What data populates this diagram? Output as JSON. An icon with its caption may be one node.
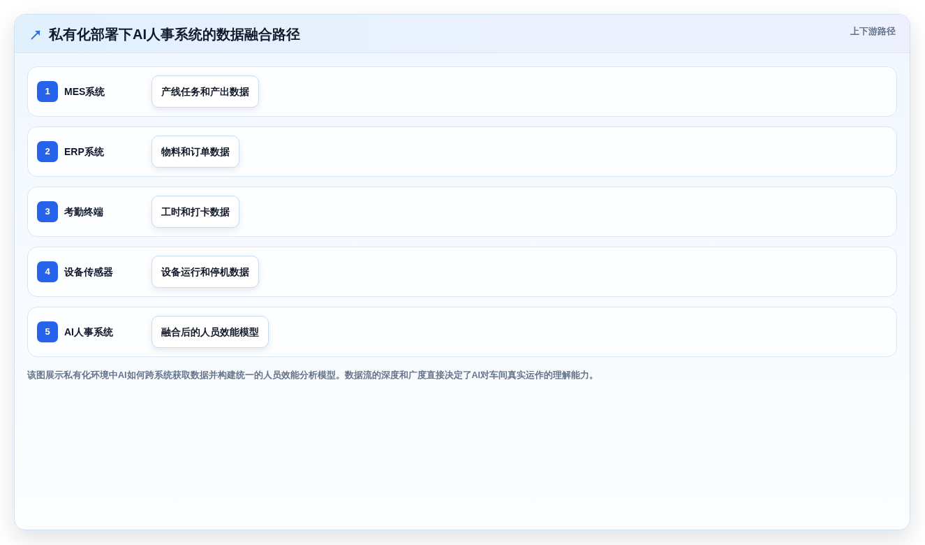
{
  "diagram": {
    "title": "私有化部署下AI人事系统的数据融合路径",
    "caption": "该图展示私有化环境中AI如何跨系统获取数据并构建统一的人员效能分析模型。数据流的深度和广度直接决定了AI对车间真实运作的理解能力。",
    "nodes": [
      {
        "text": [
          "MES系统"
        ]
      },
      {
        "text": [
          "1"
        ],
        "in": 0
      },
      {
        "text": [
          "产线任务和产出数据"
        ],
        "in": 0
      },
      {
        "text": [
          "ERP系统"
        ]
      },
      {
        "text": [
          "2"
        ],
        "in": 3
      },
      {
        "text": [
          "物料和订单数据"
        ],
        "in": 3
      },
      {
        "text": [
          "考勤终端"
        ]
      },
      {
        "text": [
          "3"
        ],
        "in": 6
      },
      {
        "text": [
          "工时和打卡数据"
        ],
        "in": 6
      },
      {
        "text": [
          "设备传感器"
        ]
      },
      {
        "text": [
          "4"
        ],
        "in": 9
      },
      {
        "text": [
          "设备运行和停机数据"
        ],
        "in": 9
      },
      {
        "text": [
          "AI人事系统"
        ]
      },
      {
        "text": [
          "5"
        ],
        "in": 12
      },
      {
        "text": [
          "融合后的人员效能模型"
        ],
        "in": 12
      }
    ],
    "labels": [
      "上下游路径"
    ]
  }
}
